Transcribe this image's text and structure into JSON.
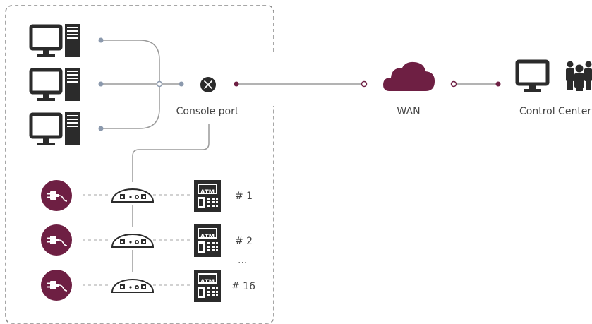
{
  "colors": {
    "accent": "#6e1f43",
    "icon": "#2b2b2b",
    "line": "#9a9a9a",
    "joint": "#8b99ad",
    "dashed": "#c4c4c4",
    "text": "#444444"
  },
  "labels": {
    "console_port": "Console port",
    "wan": "WAN",
    "control_center": "Control Center"
  },
  "workstations": [
    {
      "icon": "desktop-computer-icon"
    },
    {
      "icon": "desktop-computer-icon"
    },
    {
      "icon": "desktop-computer-icon"
    }
  ],
  "console_switch": {
    "icon": "console-switch-icon"
  },
  "wan": {
    "icon": "cloud-icon"
  },
  "control_center": {
    "icons": [
      "monitor-icon",
      "people-group-icon"
    ]
  },
  "atm_rows": [
    {
      "power_icon": "power-plug-icon",
      "device_icon": "serial-adapter-icon",
      "atm_icon": "atm-icon",
      "atm_text": "ATM",
      "label": "# 1"
    },
    {
      "power_icon": "power-plug-icon",
      "device_icon": "serial-adapter-icon",
      "atm_icon": "atm-icon",
      "atm_text": "ATM",
      "label": "# 2"
    },
    {
      "power_icon": "power-plug-icon",
      "device_icon": "serial-adapter-icon",
      "atm_icon": "atm-icon",
      "atm_text": "ATM",
      "label": "# 16"
    }
  ],
  "ellipsis": "..."
}
